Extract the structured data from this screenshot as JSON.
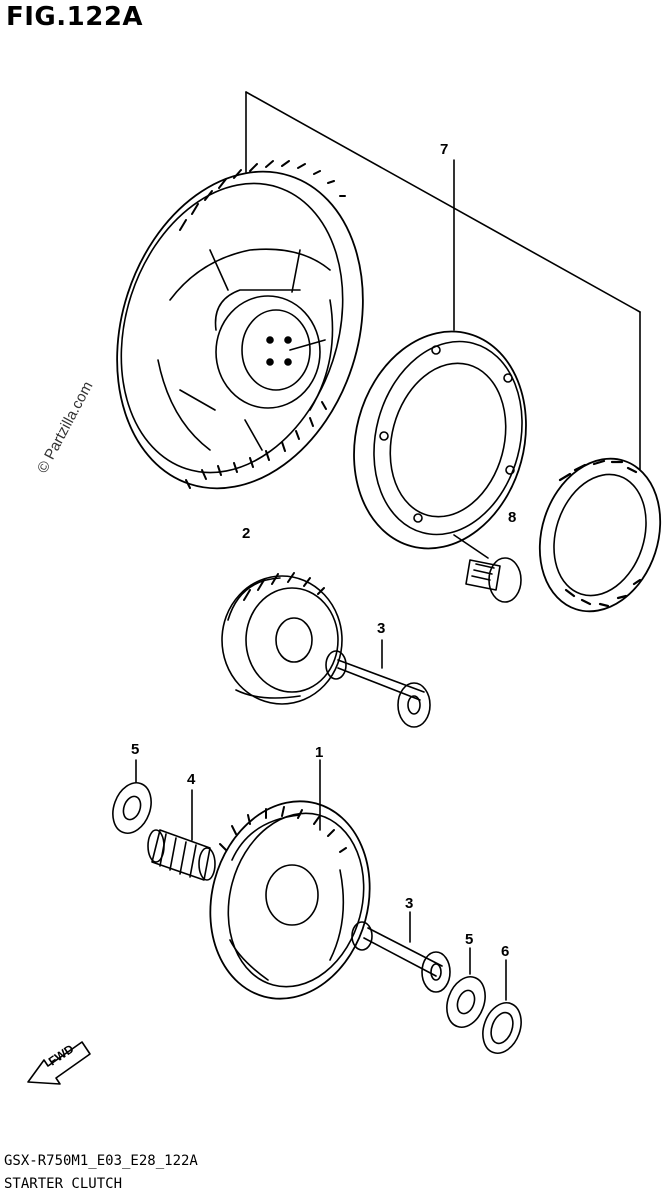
{
  "figure": {
    "title": "FIG.122A",
    "model_code": "GSX-R750M1_E03_E28_122A",
    "section_title": "STARTER CLUTCH"
  },
  "watermark": "© Partzilla.com",
  "fwd_label": "FWD",
  "callouts": {
    "c1": "1",
    "c2": "2",
    "c3a": "3",
    "c3b": "3",
    "c4": "4",
    "c5a": "5",
    "c5b": "5",
    "c6": "6",
    "c7": "7",
    "c8": "8"
  }
}
